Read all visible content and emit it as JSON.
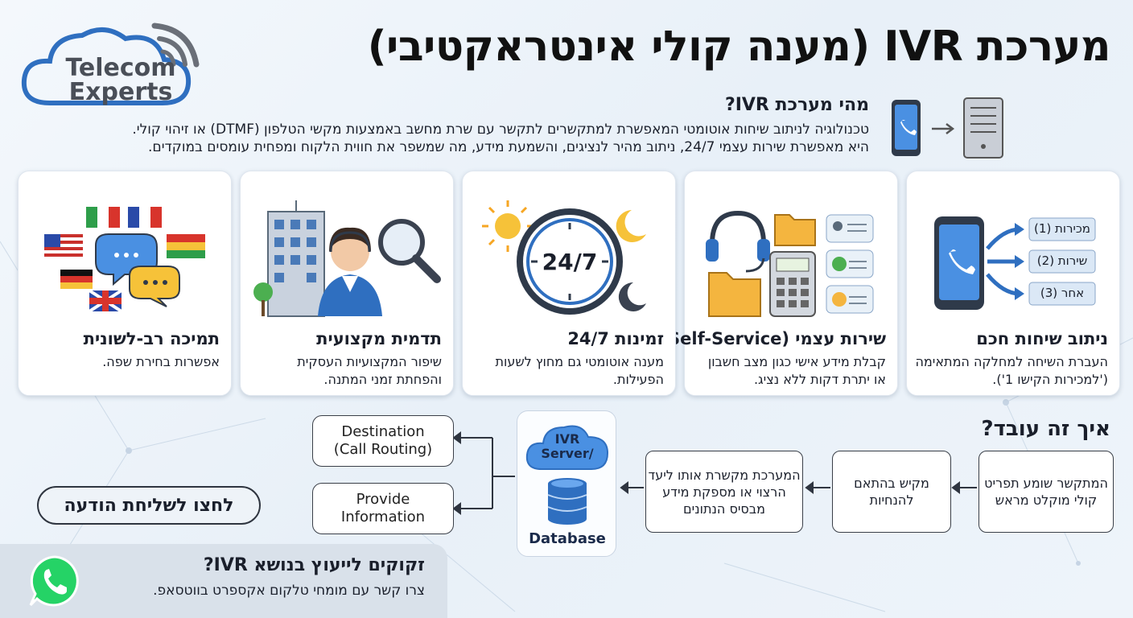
{
  "logo": {
    "line1": "Telecom",
    "line2": "Experts"
  },
  "header": {
    "title": "מערכת IVR (מענה קולי אינטראקטיבי)",
    "what_heading": "מהי מערכת IVR?",
    "what_line1": "טכנולוגיה לניתוב שיחות אוטומטי המאפשרת למתקשרים לתקשר עם שרת מחשב באמצעות מקשי הטלפון (DTMF) או זיהוי קולי.",
    "what_line2": "היא מאפשרת שירות עצמי 24/7, ניתוב מהיר לנציגים, והשמעת מידע, מה שמשפר את חווית הלקוח ומפחית עומסים במוקדים."
  },
  "cards": [
    {
      "title": "ניתוב שיחות חכם",
      "desc": "העברת השיחה למחלקה המתאימה ('למכירות הקישו 1').",
      "menu": [
        "מכירות (1)",
        "שירות (2)",
        "אחר (3)"
      ]
    },
    {
      "title": "שירות עצמי (Self-Service)",
      "desc": "קבלת מידע אישי כגון מצב חשבון או יתרת דקות ללא נציג."
    },
    {
      "title": "זמינות 24/7",
      "desc": "מענה אוטומטי גם מחוץ לשעות הפעילות.",
      "clock_label": "24/7"
    },
    {
      "title": "תדמית מקצועית",
      "desc": "שיפור המקצועיות העסקית והפחתת זמני המתנה."
    },
    {
      "title": "תמיכה רב-לשונית",
      "desc": "אפשרות בחירת שפה."
    }
  ],
  "how": {
    "title": "איך זה עובד?",
    "step1": "המתקשר שומע תפריט קולי מוקלט מראש",
    "step2": "מקיש בהתאם להנחיות",
    "step3": "המערכת מקשרת אותו ליעד הרצוי או מספקת מידע מבסיס הנתונים",
    "server_label_1": "IVR",
    "server_label_2": "Server/",
    "database_label": "Database",
    "dest1_line1": "Destination",
    "dest1_line2": "(Call Routing)",
    "dest2_line1": "Provide",
    "dest2_line2": "Information"
  },
  "cta": {
    "button": "לחצו לשליחת הודעה",
    "wa_title": "זקוקים לייעוץ בנושא IVR?",
    "wa_sub": "צרו קשר עם מומחי טלקום אקספרט בווטסאפ."
  },
  "colors": {
    "accent_blue": "#2f6fc0",
    "dark": "#1a1f2b",
    "whatsapp_green": "#25d366"
  }
}
